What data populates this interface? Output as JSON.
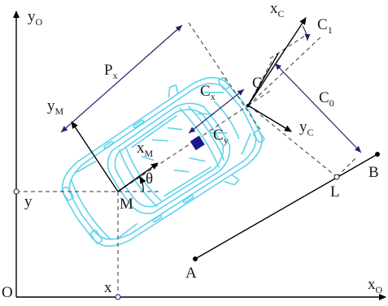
{
  "labels": {
    "y_axis": {
      "main": "y",
      "sub": "O"
    },
    "x_axis": {
      "main": "x",
      "sub": "O"
    },
    "origin": "O",
    "x_proj": "x",
    "y_proj": "y",
    "M": "M",
    "theta": "θ",
    "xM": {
      "main": "x",
      "sub": "M"
    },
    "yM": {
      "main": "y",
      "sub": "M"
    },
    "C": "C",
    "xC": {
      "main": "x",
      "sub": "C"
    },
    "yC": {
      "main": "y",
      "sub": "C"
    },
    "C1": {
      "main": "C",
      "sub": "1"
    },
    "C0": {
      "main": "C",
      "sub": "0"
    },
    "Cx": {
      "main": "C",
      "sub": "x"
    },
    "Cy": {
      "main": "C",
      "sub": "y"
    },
    "Px": {
      "main": "P",
      "sub": "x"
    },
    "L": "L",
    "A": "A",
    "B": "B"
  },
  "colors": {
    "axes": "#000000",
    "car": "#5fd3ec",
    "dimension": "#2a1f6b",
    "marker": "#1a1a8c",
    "dash": "#333333"
  }
}
